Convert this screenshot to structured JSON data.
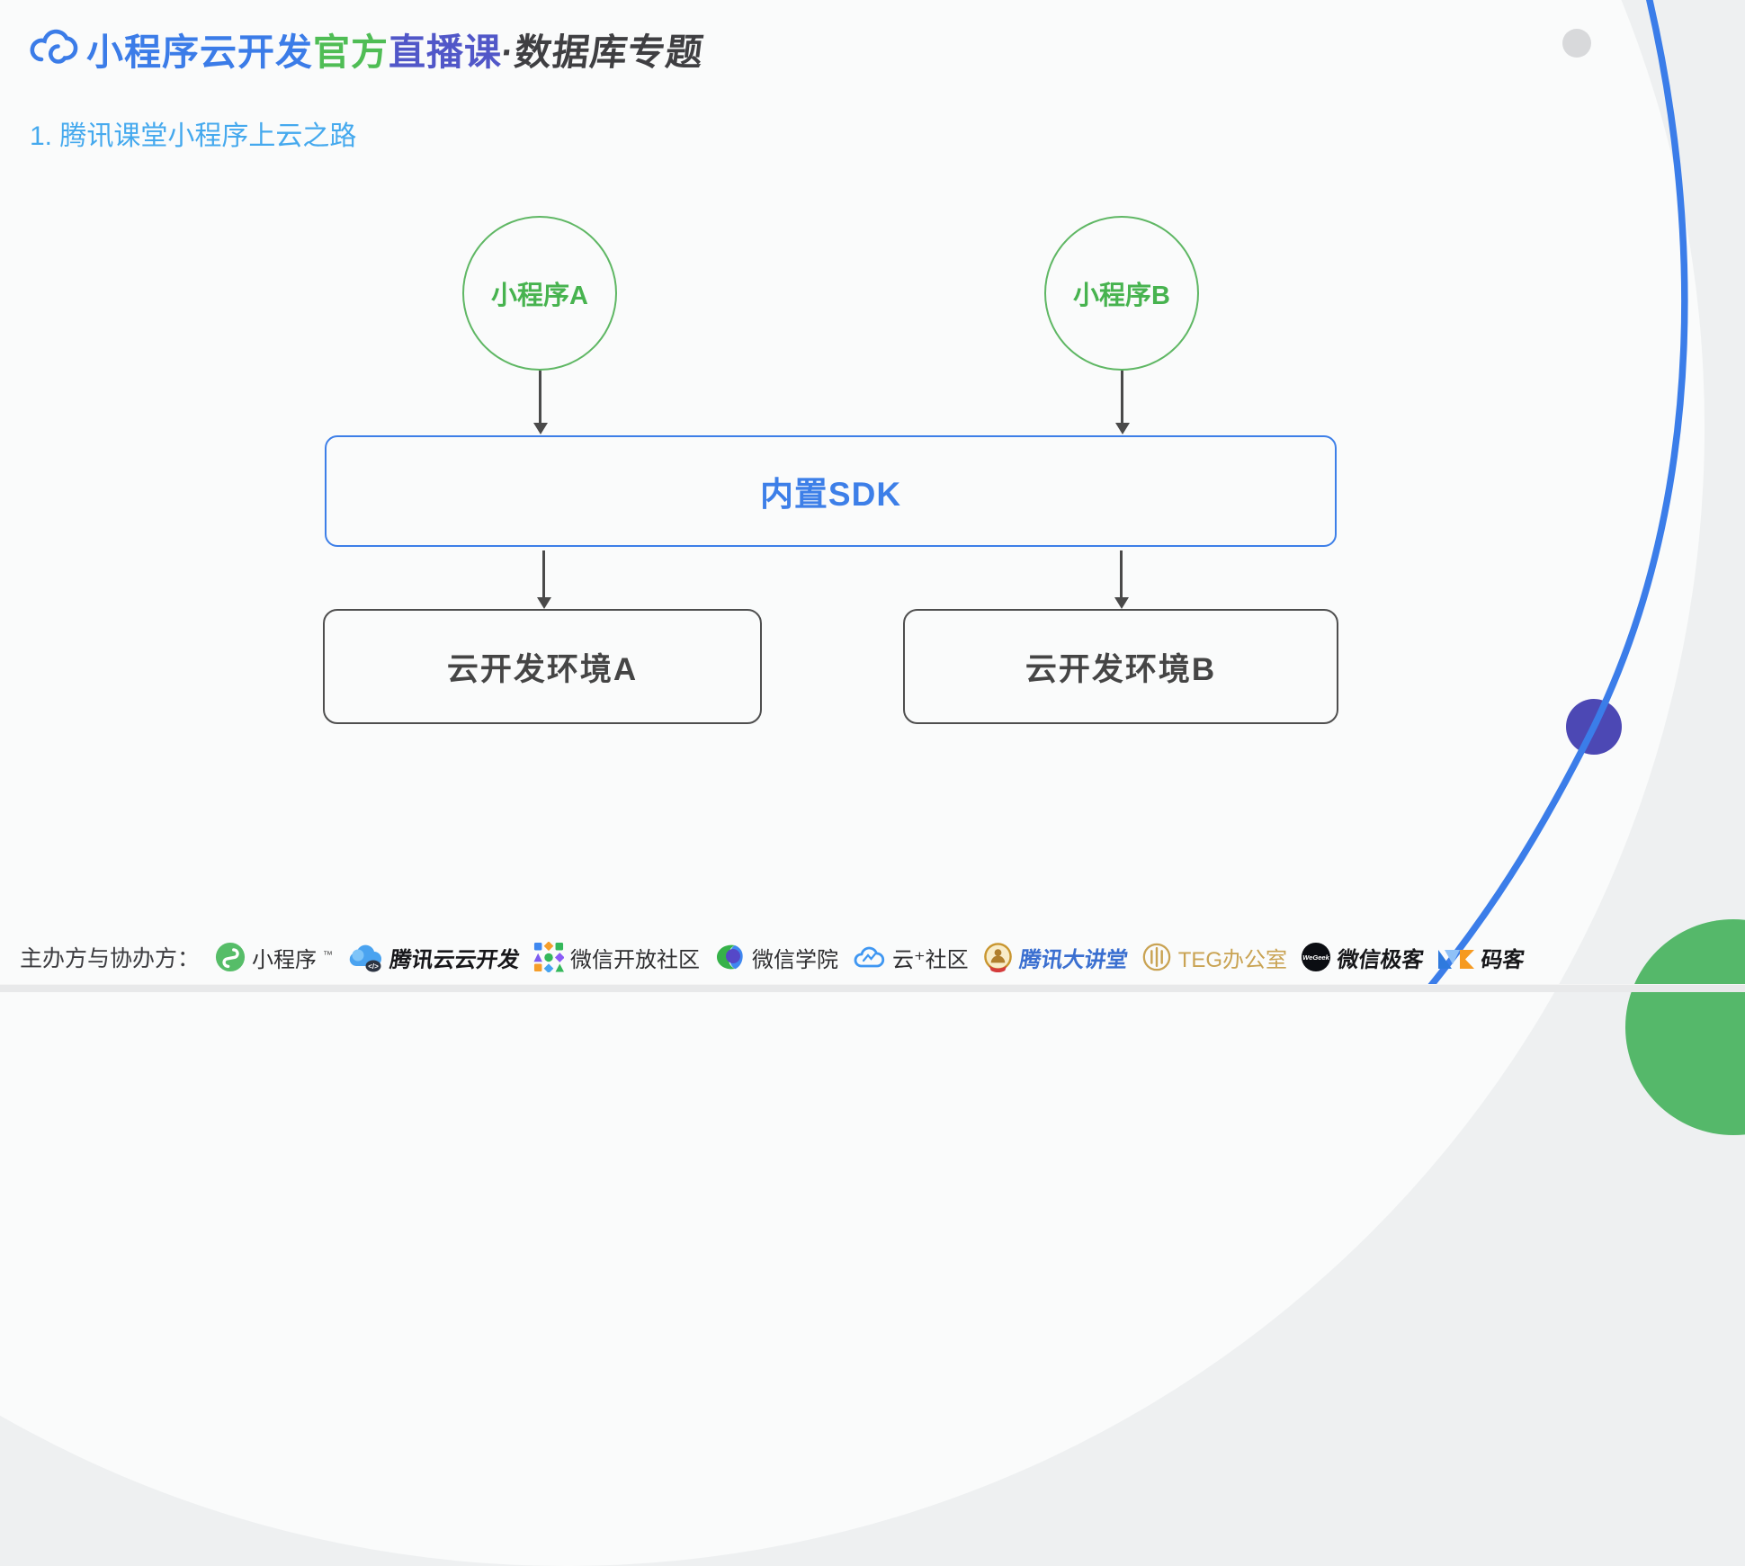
{
  "header": {
    "logo_name": "cloudbase-cloud-logo",
    "title_segments": [
      {
        "text": "小程序云开发",
        "color": "#3b7ce8"
      },
      {
        "text": "官方",
        "color": "#4fbd55"
      },
      {
        "text": "直播课",
        "color": "#5157c8"
      },
      {
        "text": "·数据库专题",
        "color": "#3f3f42"
      }
    ],
    "subtitle": "1. 腾讯课堂小程序上云之路"
  },
  "diagram": {
    "mini_program_a": "小程序A",
    "mini_program_b": "小程序B",
    "sdk": "内置SDK",
    "env_a": "云开发环境A",
    "env_b": "云开发环境B"
  },
  "footer": {
    "label": "主办方与协办方：",
    "partners": [
      {
        "name": "小程序",
        "tm": "™",
        "icon": "miniprogram-icon"
      },
      {
        "name": "腾讯云云开发",
        "icon": "tencent-cloudbase-icon"
      },
      {
        "name": "微信开放社区",
        "icon": "wechat-open-community-icon"
      },
      {
        "name": "微信学院",
        "icon": "wechat-academy-icon"
      },
      {
        "name": "云⁺社区",
        "icon": "cloud-plus-community-icon"
      },
      {
        "name": "腾讯大讲堂",
        "icon": "tencent-lecture-hall-icon"
      },
      {
        "name": "TEG办公室",
        "icon": "teg-office-icon"
      },
      {
        "name": "微信极客",
        "icon": "wegeek-icon"
      },
      {
        "name": "码客",
        "icon": "maker-mk-icon"
      }
    ]
  },
  "decor": {
    "arc_color": "#3b7de9",
    "purple_circle_color": "#4c48b4",
    "green_circle_color": "#55b86a",
    "gray_dot_color": "#d8d9db",
    "diagram_green": "#5fb764",
    "diagram_blue": "#3d7fe8",
    "diagram_gray": "#4e4e4e"
  }
}
